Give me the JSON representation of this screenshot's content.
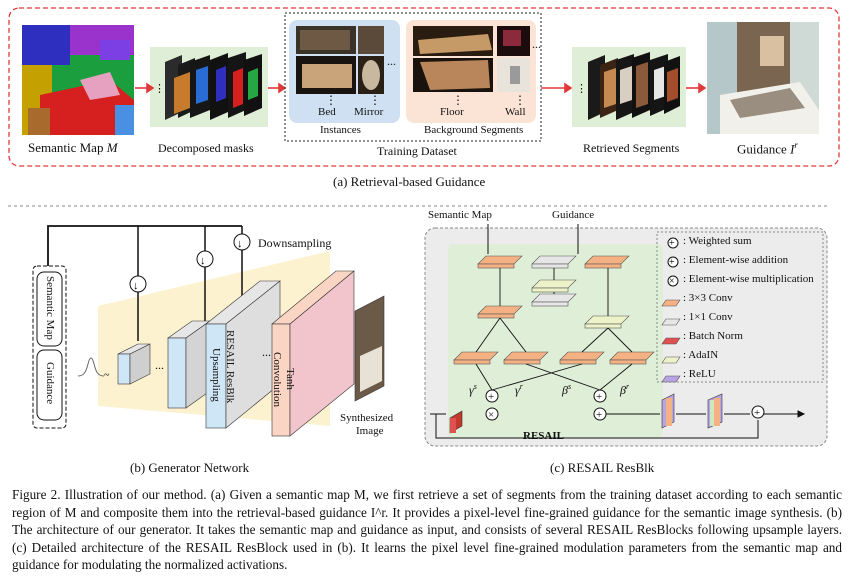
{
  "panel_a": {
    "caption": "(a) Retrieval-based Guidance",
    "semantic_map_label": "Semantic Map",
    "semantic_map_symbol": "M",
    "decomposed_label": "Decomposed masks",
    "instances_label": "Instances",
    "bed_label": "Bed",
    "mirror_label": "Mirror",
    "floor_label": "Floor",
    "wall_label": "Wall",
    "background_label": "Background Segments",
    "training_label": "Training Dataset",
    "retrieved_label": "Retrieved Segments",
    "guidance_label": "Guidance",
    "guidance_symbol": "I",
    "guidance_sup": "r",
    "ellipsis": "..."
  },
  "panel_b": {
    "caption": "(b) Generator Network",
    "downsampling": "Downsampling",
    "input_semantic": "Semantic Map",
    "input_guidance": "Guidance",
    "resail_block": "RESAIL ResBlk",
    "upsampling": "Upsampling",
    "tanh": "Tanh",
    "convolution": "Convolution",
    "synth_line1": "Synthesized",
    "synth_line2": "Image",
    "dots": "..."
  },
  "panel_c": {
    "caption": "(c) RESAIL ResBlk",
    "semantic_map": "Semantic Map",
    "guidance": "Guidance",
    "resail": "RESAIL",
    "gamma_s": "γ",
    "gamma_s_sup": "s",
    "gamma_r": "γ",
    "gamma_r_sup": "r",
    "beta_s": "β",
    "beta_s_sup": "s",
    "beta_r": "β",
    "beta_r_sup": "r",
    "legend": [
      {
        "text": ": Weighted sum"
      },
      {
        "text": ": Element-wise addition"
      },
      {
        "text": ": Element-wise multiplication"
      },
      {
        "text": ": 3×3 Conv",
        "color": "#f4b183"
      },
      {
        "text": ": 1×1 Conv",
        "color": "#e6e6e6"
      },
      {
        "text": ": Batch Norm",
        "color": "#e05050"
      },
      {
        "text": ": AdaIN",
        "color": "#eef2c8"
      },
      {
        "text": ": ReLU",
        "color": "#b9a3e3"
      }
    ]
  },
  "caption": {
    "text": "Figure 2. Illustration of our method. (a) Given a semantic map M, we first retrieve a set of segments from the training dataset according to each semantic region of M and composite them into the retrieval-based guidance I^r. It provides a pixel-level fine-grained guidance for the semantic image synthesis. (b) The architecture of our generator. It takes the semantic map and guidance as input, and consists of several RESAIL ResBlocks following upsample layers. (c) Detailed architecture of the RESAIL ResBlock used in (b). It learns the pixel level fine-grained modulation parameters from the semantic map and guidance for modulating the normalized activations."
  },
  "colors": {
    "red_dash": "#e0393a",
    "green_bg": "#dfeed6",
    "blue_bg": "#cfe0f3",
    "peach_bg": "#fbe3d6",
    "yellow_bg": "#fdf2d0",
    "gray_bg": "#ececec",
    "conv3": "#f4b183",
    "conv1": "#e6e6e6",
    "bn": "#e05050",
    "adain": "#eef2c8",
    "relu": "#b9a3e3"
  }
}
